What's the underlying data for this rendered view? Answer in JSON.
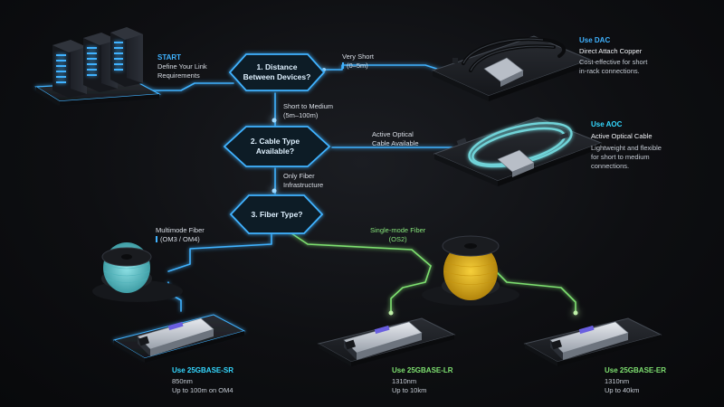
{
  "start": {
    "title": "START",
    "lines": [
      "Define Your Link",
      "Requirements"
    ]
  },
  "questions": [
    {
      "lines": [
        "1. Distance",
        "Between Devices?"
      ]
    },
    {
      "lines": [
        "2. Cable Type",
        "Available?"
      ]
    },
    {
      "lines": [
        "3. Fiber Type?"
      ]
    }
  ],
  "branches": {
    "very_short": {
      "lines": [
        "Very Short",
        "(0–5m)"
      ]
    },
    "short_medium": {
      "lines": [
        "Short to Medium",
        "(5m–100m)"
      ]
    },
    "active_optical": {
      "lines": [
        "Active Optical",
        "Cable Available"
      ]
    },
    "only_fiber": {
      "lines": [
        "Only Fiber",
        "Infrastructure"
      ]
    },
    "multimode": {
      "lines": [
        "Multimode Fiber",
        "(OM3 / OM4)"
      ]
    },
    "singlemode": {
      "lines": [
        "Single-mode Fiber",
        "(OS2)"
      ]
    }
  },
  "outcomes": {
    "dac": {
      "title": "Use DAC",
      "subtitle": "Direct Attach Copper",
      "lines": [
        "Cost-effective for short",
        "in-rack connections."
      ]
    },
    "aoc": {
      "title": "Use AOC",
      "subtitle": "Active Optical Cable",
      "lines": [
        "Lightweight and flexible",
        "for short to medium",
        "connections."
      ]
    },
    "sr": {
      "title": "Use 25GBASE-SR",
      "lines": [
        "850nm",
        "Up to 100m on OM4"
      ]
    },
    "lr": {
      "title": "Use 25GBASE-LR",
      "lines": [
        "1310nm",
        "Up to 10km"
      ]
    },
    "er": {
      "title": "Use 25GBASE-ER",
      "lines": [
        "1310nm",
        "Up to 40km"
      ]
    }
  },
  "colors": {
    "blue": "#3fb2ff",
    "cyan": "#34d8ff",
    "green": "#7ee070",
    "aqua_cable": "#6fd3d8",
    "yellow_spool": "#e6b21e",
    "hex_fill": "#0f1a26"
  },
  "icons": [
    "server-rack-icon",
    "dac-cable-icon",
    "aoc-cable-icon",
    "fiber-spool-icon",
    "sfp-transceiver-icon"
  ]
}
